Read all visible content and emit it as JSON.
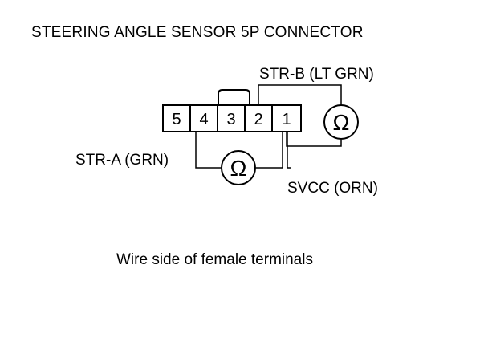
{
  "title": "STEERING ANGLE SENSOR 5P CONNECTOR",
  "caption": "Wire side of female terminals",
  "connector": {
    "terminals": [
      "5",
      "4",
      "3",
      "2",
      "1"
    ]
  },
  "wires": {
    "str_b": "STR-B (LT GRN)",
    "str_a": "STR-A (GRN)",
    "svcc": "SVCC (ORN)"
  },
  "meters": {
    "symbol": "Ω"
  }
}
